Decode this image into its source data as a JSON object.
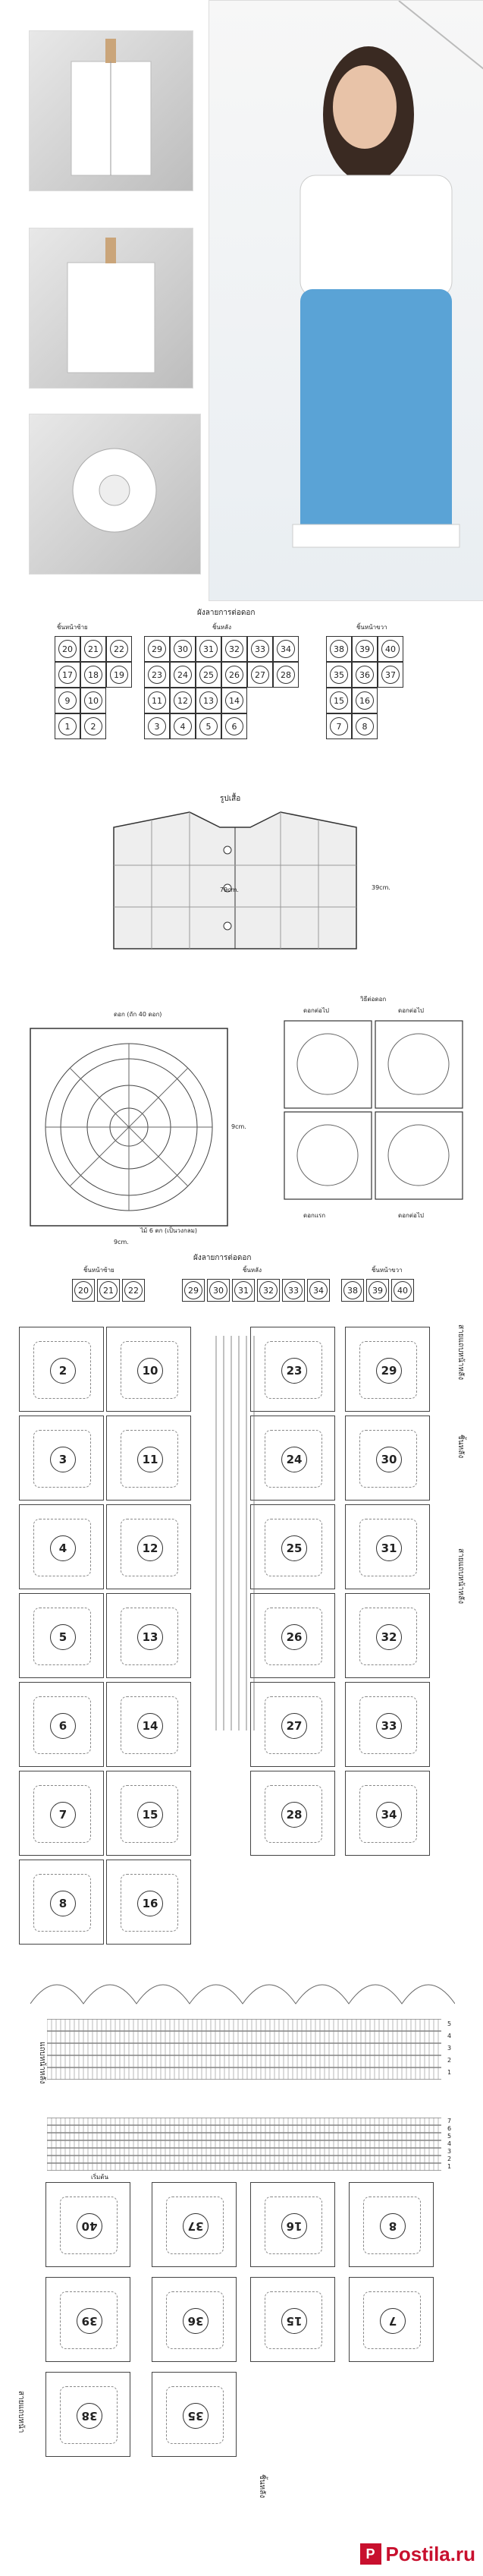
{
  "photos": {
    "front_label": "",
    "back_label": ""
  },
  "chart1": {
    "title": "ผังลายการต่อดอก",
    "left_label": "ชิ้นหน้าซ้าย",
    "back_label": "ชิ้นหลัง",
    "right_label": "ชิ้นหน้าขวา",
    "left_rows": [
      [
        "20",
        "21",
        "22"
      ],
      [
        "17",
        "18",
        "19"
      ],
      [
        "9",
        "10"
      ],
      [
        "1",
        "2"
      ]
    ],
    "back_rows": [
      [
        "29",
        "30",
        "31",
        "32",
        "33",
        "34"
      ],
      [
        "23",
        "24",
        "25",
        "26",
        "27",
        "28"
      ],
      [
        "11",
        "12",
        "13",
        "14"
      ],
      [
        "3",
        "4",
        "5",
        "6"
      ]
    ],
    "right_rows": [
      [
        "38",
        "39",
        "40"
      ],
      [
        "35",
        "36",
        "37"
      ],
      [
        "15",
        "16"
      ],
      [
        "7",
        "8"
      ]
    ]
  },
  "garment": {
    "title": "รูปเสื้อ",
    "width_label": "79cm.",
    "height_label": "39cm."
  },
  "motif": {
    "title": "ดอก (ถัก 40 ดอก)",
    "size_h": "9cm.",
    "size_w": "9cm.",
    "note": "ไม้ 6 ตก (เป็นวงกลม)"
  },
  "join": {
    "title": "วิธีต่อดอก",
    "top_left": "ดอกต่อไป",
    "top_right": "ดอกต่อไป",
    "bottom_left": "ดอกแรก",
    "bottom_right": "ดอกต่อไป"
  },
  "chart2": {
    "title": "ผังลายการต่อดอก",
    "left_label": "ชิ้นหน้าซ้าย",
    "back_label": "ชิ้นหลัง",
    "right_label": "ชิ้นหน้าขวา",
    "top_row": [
      "20",
      "21",
      "22",
      "29",
      "30",
      "31",
      "32",
      "33",
      "34",
      "38",
      "39",
      "40"
    ],
    "side_label_1": "สายแถบหน้าหลัง",
    "side_label_2": "ชิ้นหลัง",
    "side_label_3": "สายแถบหน้าหลัง",
    "left_col_a": [
      "2",
      "3",
      "4",
      "5",
      "6",
      "7",
      "8"
    ],
    "left_col_b": [
      "10",
      "11",
      "12",
      "13",
      "14",
      "15",
      "16"
    ],
    "right_col_a": [
      "23",
      "24",
      "25",
      "26",
      "27",
      "28"
    ],
    "right_col_b": [
      "29",
      "30",
      "31",
      "32",
      "33",
      "34"
    ]
  },
  "band": {
    "rows_label": "แถบหน้าหลัง",
    "row_numbers": [
      "5",
      "4",
      "3",
      "2",
      "1"
    ],
    "row_numbers_b": [
      "7",
      "6",
      "5",
      "4",
      "3",
      "2",
      "1"
    ]
  },
  "bottom": {
    "start_label": "เริ่มต้น",
    "numbers_row1": [
      "40",
      "37",
      "16",
      "8"
    ],
    "numbers_row2": [
      "39",
      "36",
      "15",
      "7"
    ],
    "numbers_row3": [
      "38",
      "35"
    ],
    "side_label": "สายแถบหน้า",
    "side_label_2": "ชิ้นหลัง"
  },
  "logo": {
    "mark": "P",
    "text": "Postila.ru"
  }
}
